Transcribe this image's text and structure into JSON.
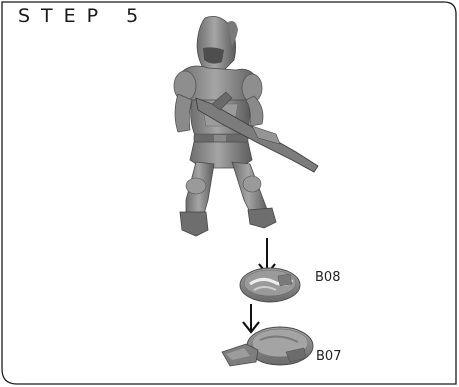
{
  "step": {
    "title": "STEP 5"
  },
  "parts": [
    {
      "label": "B08",
      "icon": "base-top-piece"
    },
    {
      "label": "B07",
      "icon": "base-bottom-piece"
    }
  ],
  "figure": {
    "icon": "armored-trooper-with-rifle-miniature"
  },
  "colors": {
    "frame": "#1a1a1a",
    "model_gray": "#8a8a8a",
    "model_dark": "#5a5a5a",
    "model_light": "#b8b8b8",
    "arrow": "#111111"
  }
}
